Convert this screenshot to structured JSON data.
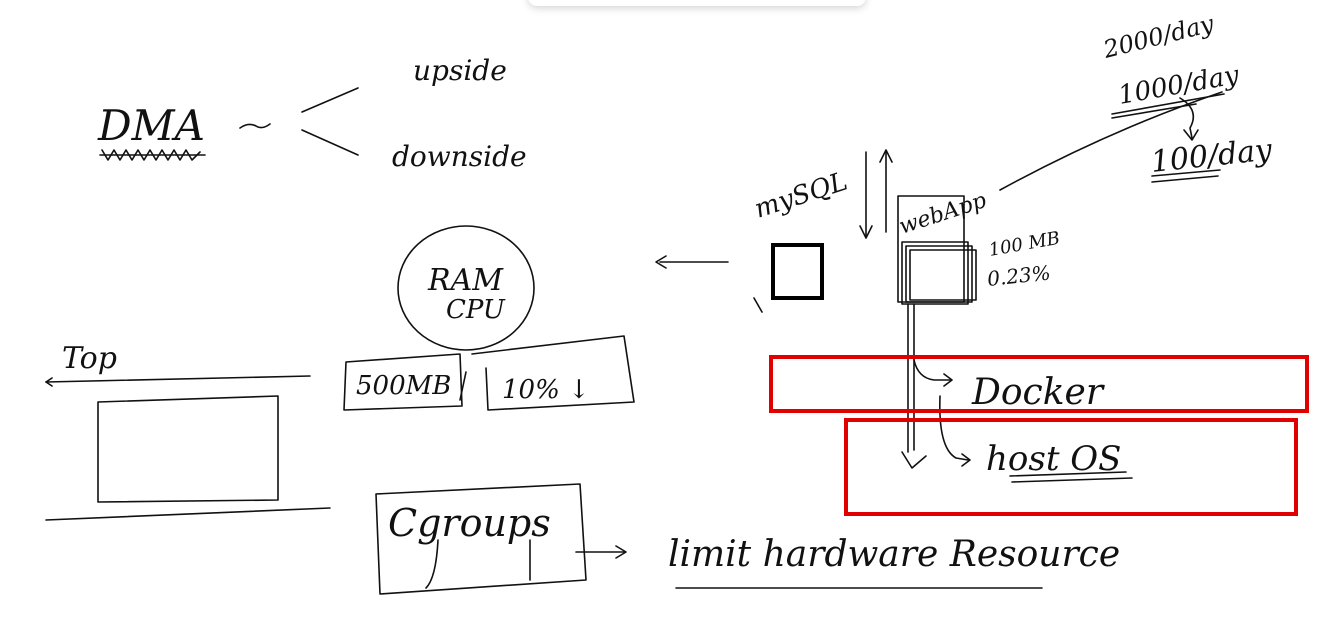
{
  "labels": {
    "dma": "DMA",
    "upside": "upside",
    "downside": "downside",
    "rate_2000": "2000/day",
    "rate_1000": "1000/day",
    "rate_100": "100/day",
    "mysql": "mySQL",
    "webapp": "webApp",
    "mem_100": "100 MB",
    "cpu_23": "0.23%",
    "ram_cpu_line1": "RAM",
    "ram_cpu_line2": "CPU",
    "top": "Top",
    "mem_500": "500MB",
    "cpu_10": "10% ↓",
    "docker": "Docker",
    "host_os": "host OS",
    "cgroups": "Cgroups",
    "limit": "limit hardware Resource"
  },
  "colors": {
    "ink": "#111111",
    "highlight": "#e00000",
    "background": "#ffffff"
  }
}
